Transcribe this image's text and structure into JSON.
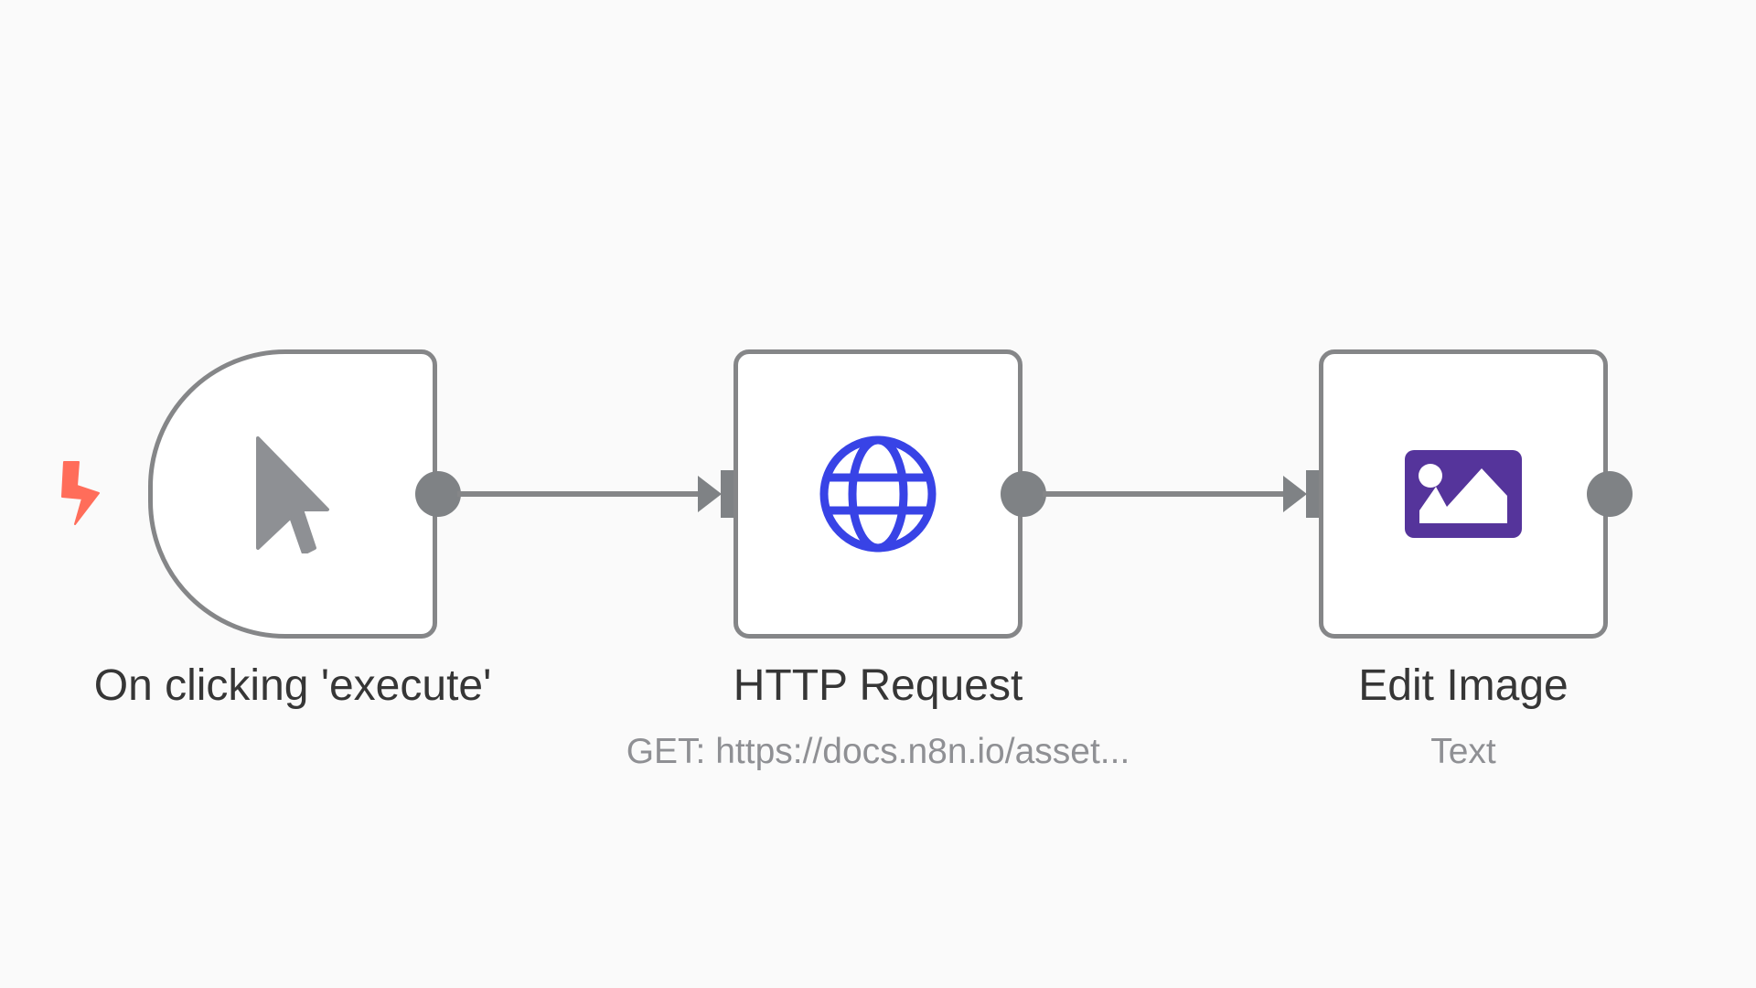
{
  "colors": {
    "canvas": "#fafafa",
    "node_border": "#858688",
    "trigger_bolt": "#ff6d5a",
    "globe": "#3843e6",
    "image_icon": "#55349b",
    "cursor": "#8e9094"
  },
  "nodes": [
    {
      "name": "On clicking 'execute'",
      "subtitle": "",
      "icon": "cursor-icon",
      "trigger": true
    },
    {
      "name": "HTTP Request",
      "subtitle": "GET: https://docs.n8n.io/asset...",
      "icon": "globe-icon"
    },
    {
      "name": "Edit Image",
      "subtitle": "Text",
      "icon": "image-icon"
    }
  ]
}
